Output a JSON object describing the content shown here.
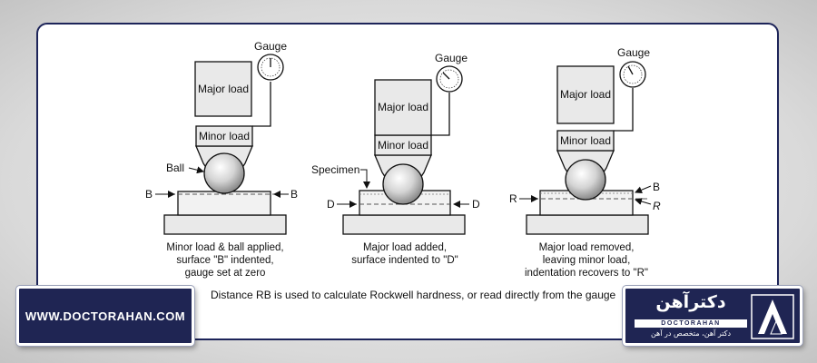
{
  "diagram": {
    "stage1": {
      "major_load": "Major load",
      "minor_load": "Minor load",
      "gauge": "Gauge",
      "ball": "Ball",
      "mark_left": "B",
      "mark_right": "B",
      "caption": [
        "Minor load & ball applied,",
        "surface \"B\" indented,",
        "gauge set at zero"
      ]
    },
    "stage2": {
      "major_load": "Major load",
      "minor_load": "Minor load",
      "gauge": "Gauge",
      "specimen": "Specimen",
      "mark_left": "D",
      "mark_right": "D",
      "caption": [
        "Major load added,",
        "surface indented to \"D\""
      ]
    },
    "stage3": {
      "major_load": "Major load",
      "minor_load": "Minor load",
      "gauge": "Gauge",
      "mark_left": "R",
      "mark_right_top": "B",
      "mark_right_bottom": "R",
      "caption": [
        "Major load removed,",
        "leaving minor load,",
        "indentation recovers to \"R\""
      ]
    },
    "note": "Distance RB is used to calculate Rockwell hardness, or read directly from the gauge"
  },
  "branding": {
    "website": "WWW.DOCTORAHAN.COM",
    "logo_name": "دکترآهن",
    "logo_latin": "DOCTORAHAN",
    "logo_tagline": "دکتر آهن، متخصص در آهن"
  },
  "colors": {
    "frame": "#1d2459",
    "badge": "#1f2553",
    "part_fill": "#e9e9e9",
    "specimen_fill": "#f2f2f2"
  }
}
